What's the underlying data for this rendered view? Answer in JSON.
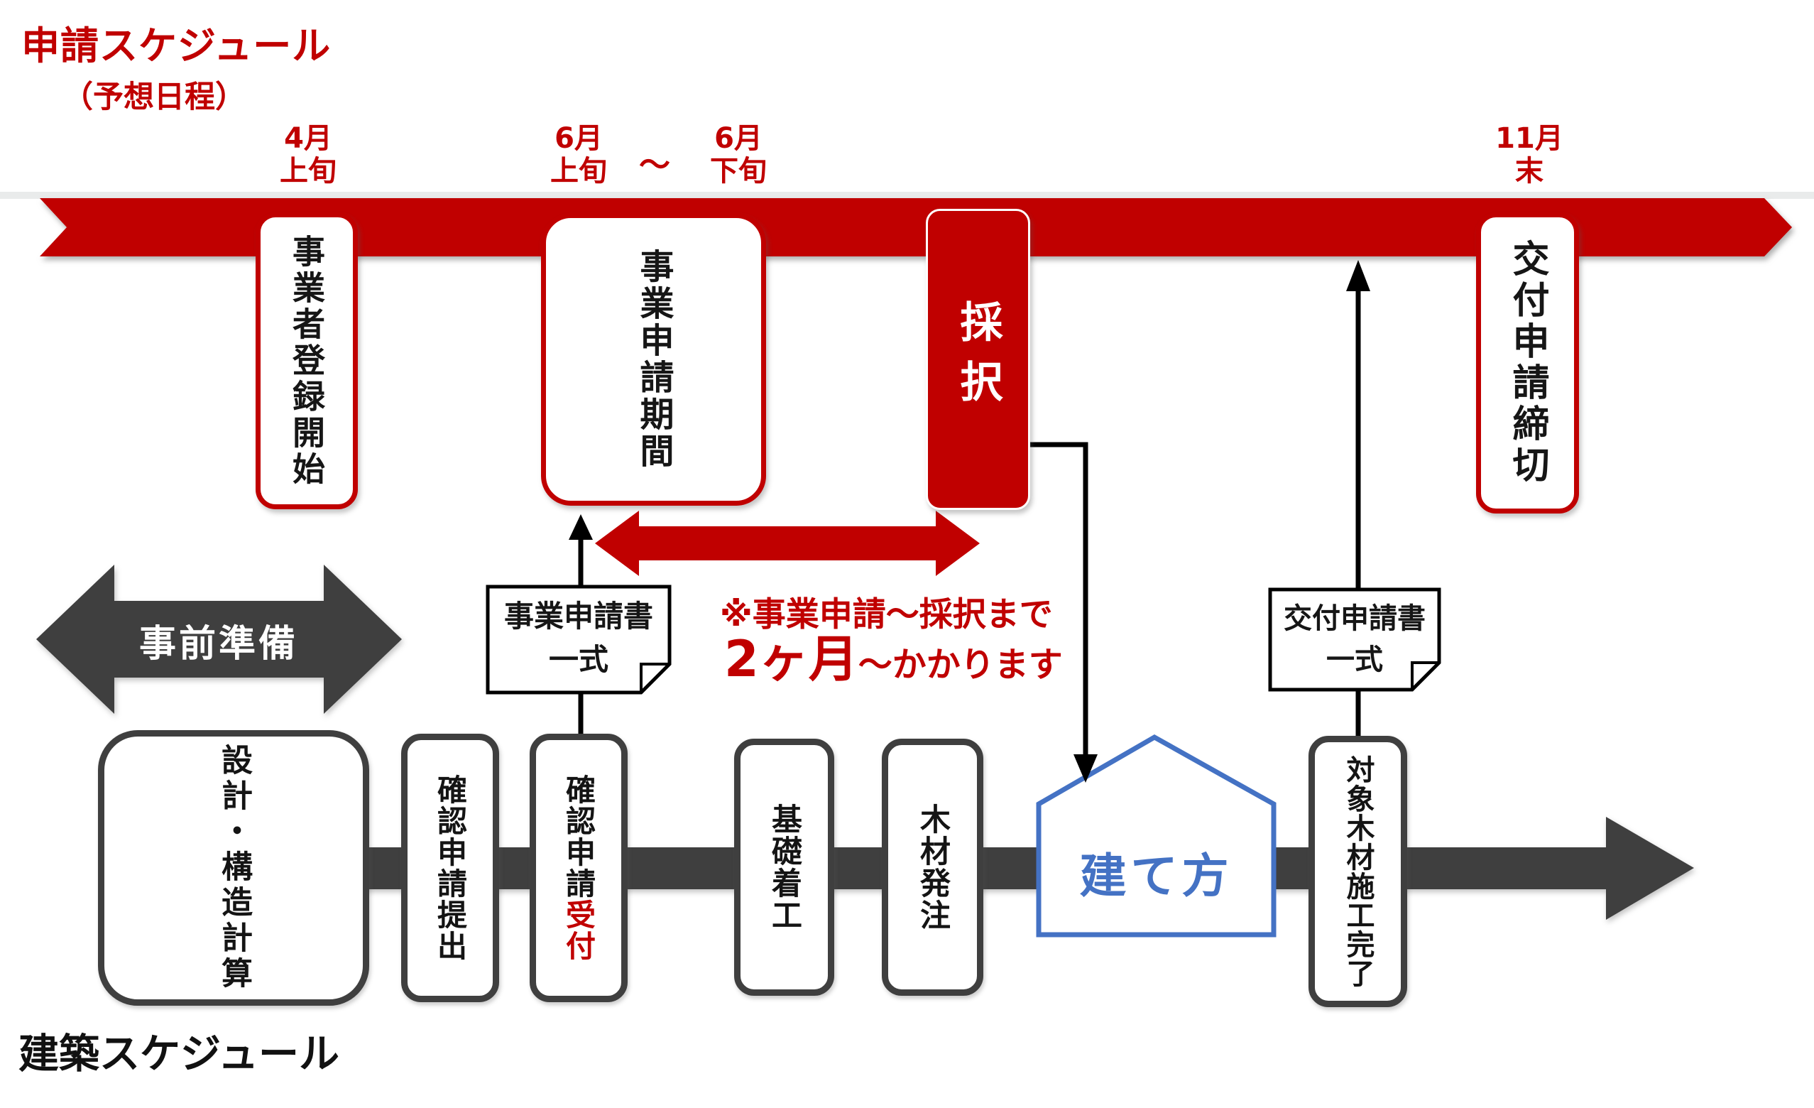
{
  "palette": {
    "red": "#C00000",
    "dark_gray": "#3F3F3F",
    "blue": "#4472C4",
    "black": "#111111",
    "white": "#FFFFFF"
  },
  "app": {
    "title": "申請スケジュール",
    "subtitle": "（予想日程）",
    "dates": [
      {
        "label": "4月\n上旬"
      },
      {
        "label": "6月\n上旬"
      },
      {
        "label": "6月\n下旬"
      },
      {
        "label": "11月\n末"
      }
    ],
    "tilde": "～",
    "events": {
      "registration": "事業者登録開始",
      "period": "事業申請期間",
      "adoption": "採択",
      "deadline": "交付申請締切"
    },
    "business_note": {
      "line1": "事業申請書",
      "line2": "一式"
    },
    "grant_note": {
      "line1": "交付申請書",
      "line2": "一式"
    },
    "annotation": {
      "line1": "※事業申請～採択まで",
      "em": "2ヶ月",
      "rest": "～かかります"
    },
    "preparation": "事前準備"
  },
  "build": {
    "title": "建築スケジュール",
    "steps": {
      "design": "設計・構造計算",
      "submit": "確認申請提出",
      "accept_main": "確認申請",
      "accept_em": "受付",
      "foundation": "基礎着工",
      "order": "木材発注",
      "erection": "建て方",
      "complete": "対象木材施工完了"
    }
  }
}
